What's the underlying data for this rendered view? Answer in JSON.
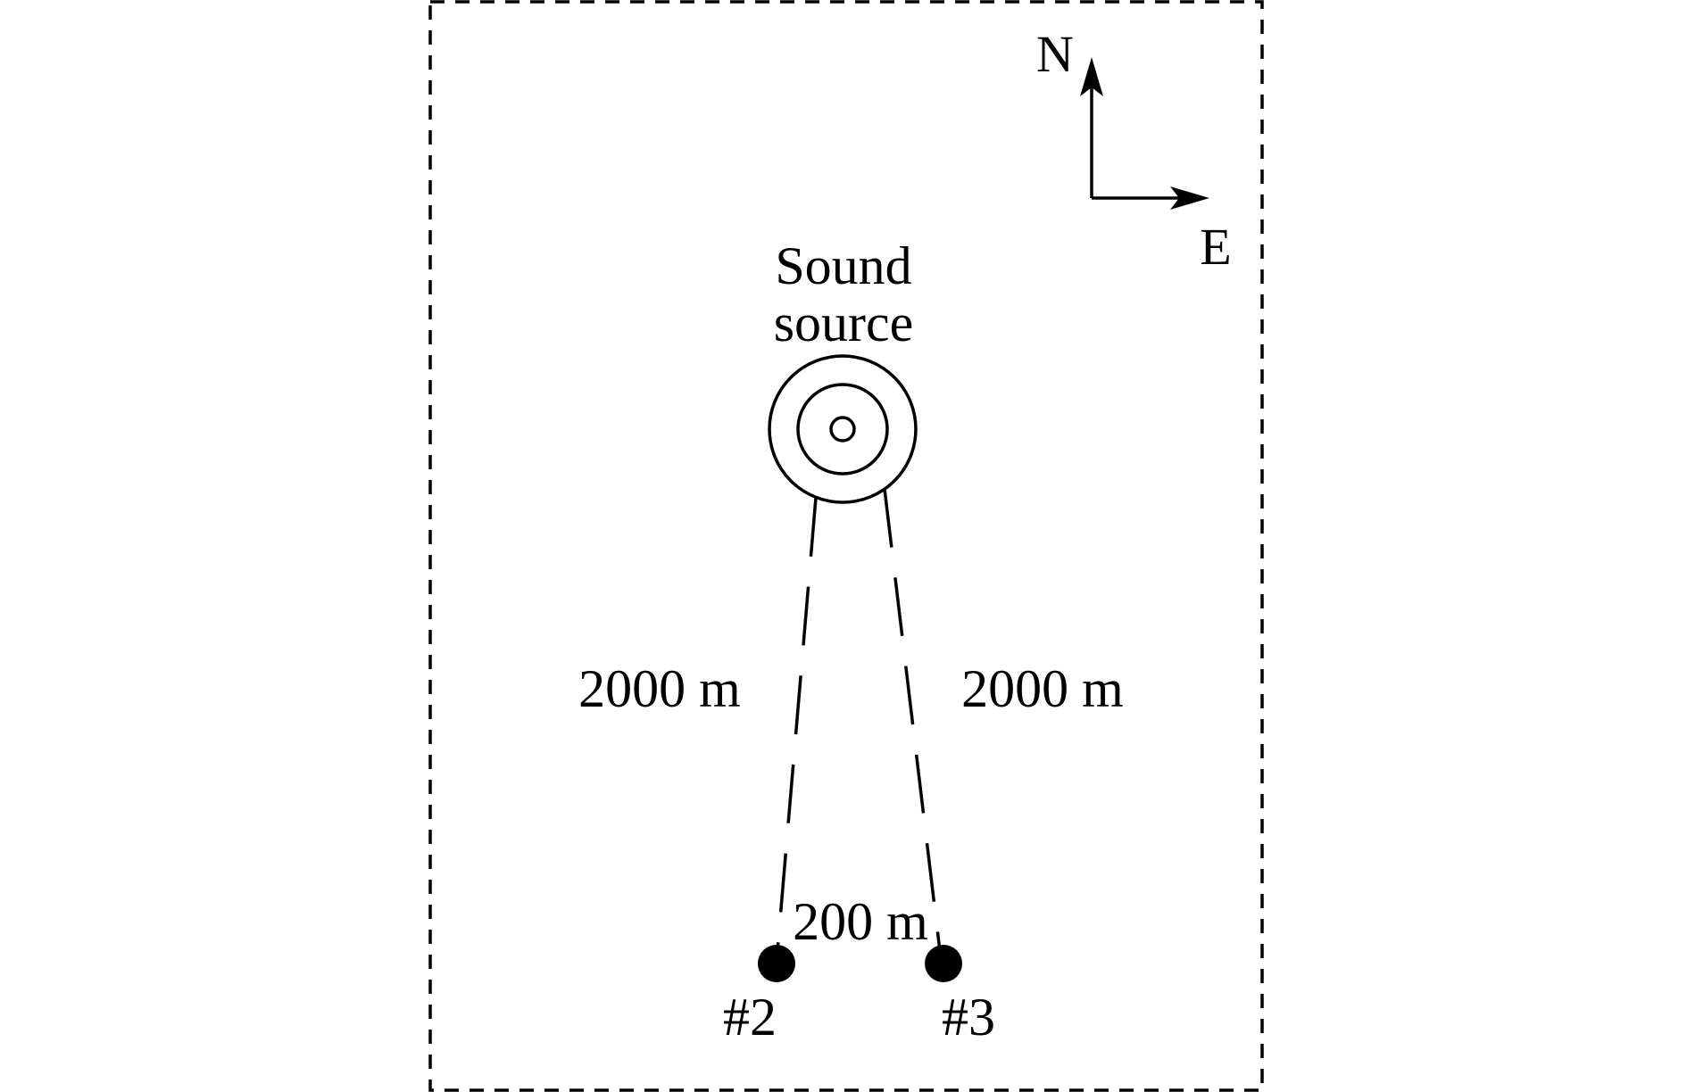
{
  "compass": {
    "north_label": "N",
    "east_label": "E"
  },
  "source": {
    "label_line1": "Sound",
    "label_line2": "source"
  },
  "distances": {
    "left": "2000 m",
    "right": "2000 m",
    "between_receivers": "200 m"
  },
  "receivers": [
    {
      "label": "#2"
    },
    {
      "label": "#3"
    }
  ],
  "colors": {
    "ink": "#000000",
    "background": "#ffffff"
  }
}
